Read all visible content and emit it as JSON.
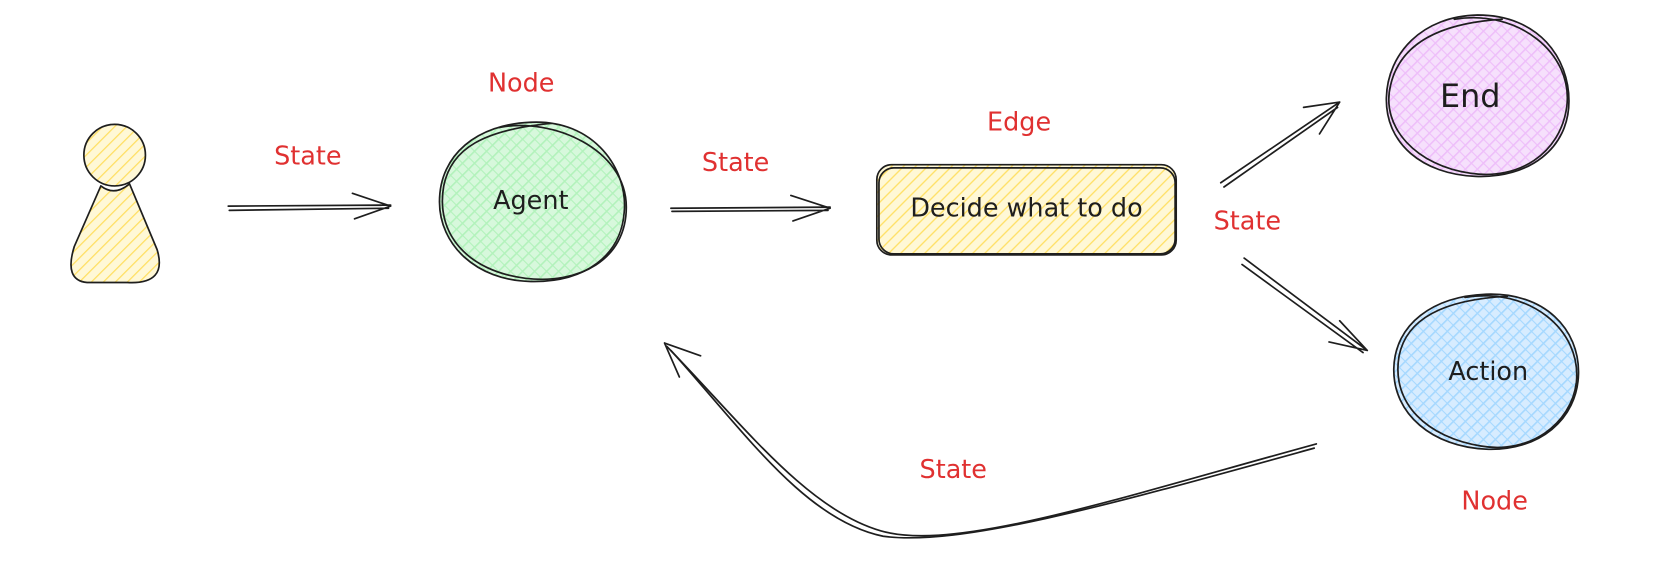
{
  "nodes": {
    "agent": {
      "label": "Agent",
      "color": "#b2f2bb"
    },
    "decide": {
      "label": "Decide what to do",
      "color": "#ffec99"
    },
    "end": {
      "label": "End",
      "color": "#eebefa"
    },
    "action": {
      "label": "Action",
      "color": "#a5d8ff"
    },
    "user": {
      "color": "#ffec99"
    }
  },
  "annotations": {
    "node_top": "Node",
    "node_bottom": "Node",
    "edge": "Edge",
    "state_user_agent": "State",
    "state_agent_decide": "State",
    "state_decide_branch": "State",
    "state_action_agent": "State"
  },
  "colors": {
    "annotation": "#e03131",
    "stroke": "#1e1e1e"
  }
}
